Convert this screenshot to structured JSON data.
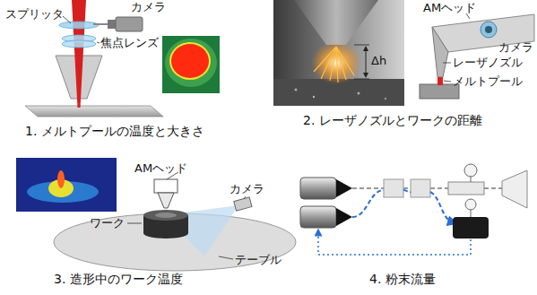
{
  "diagram": {
    "labels": [
      "スプリッタ",
      "カメラ",
      "焦点レンズ",
      "1. メルトプールの温度と大きさ",
      "Δh",
      "AMヘッド",
      "カメラ",
      "レーザノズル",
      "メルトプール",
      "2. レーザノズルとワークの距離",
      "AMヘッド",
      "ワーク",
      "カメラ",
      "テーブル",
      "3. 造形中のワーク温度",
      "4. 粉末流量"
    ]
  }
}
